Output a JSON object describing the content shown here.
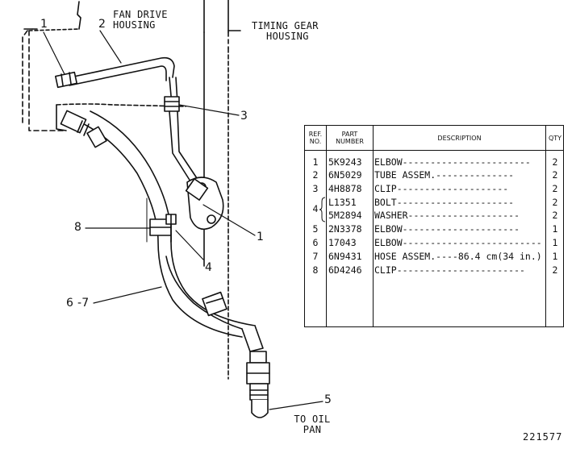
{
  "labels": {
    "fan_drive_housing": [
      "FAN DRIVE",
      "HOUSING"
    ],
    "timing_gear_housing": [
      "TIMING GEAR",
      "HOUSING"
    ],
    "to_oil_pan": [
      "TO OIL",
      "PAN"
    ],
    "callout_1_top": "1",
    "callout_2": "2",
    "callout_3": "3",
    "callout_8": "8",
    "callout_4": "4",
    "callout_1_right": "1",
    "callout_6_7": "6 -7",
    "callout_5": "5",
    "figure_number": "221577"
  },
  "table": {
    "headers": {
      "ref": [
        "REF.",
        "NO."
      ],
      "part": [
        "PART",
        "NUMBER"
      ],
      "description": "DESCRIPTION",
      "qty": "QTY"
    },
    "rows": [
      {
        "ref": "1",
        "part": "5K9243",
        "desc": "ELBOW-----------------------",
        "qty": "2"
      },
      {
        "ref": "2",
        "part": "6N5029",
        "desc": "TUBE ASSEM.--------------",
        "qty": "2"
      },
      {
        "ref": "3",
        "part": "4H8878",
        "desc": "CLIP--------------------",
        "qty": "2"
      },
      {
        "ref": "4",
        "part": "L1351",
        "desc": "BOLT---------------------",
        "qty": "2"
      },
      {
        "ref": "",
        "part": "5M2894",
        "desc": "WASHER--------------------",
        "qty": "2"
      },
      {
        "ref": "5",
        "part": "2N3378",
        "desc": "ELBOW---------------------",
        "qty": "1"
      },
      {
        "ref": "6",
        "part": "17043",
        "desc": "ELBOW-------------------------",
        "qty": "1"
      },
      {
        "ref": "7",
        "part": "6N9431",
        "desc": "HOSE ASSEM.----86.4 cm(34 in.)",
        "qty": "1"
      },
      {
        "ref": "8",
        "part": "6D4246",
        "desc": "CLIP-----------------------",
        "qty": "2"
      }
    ]
  }
}
